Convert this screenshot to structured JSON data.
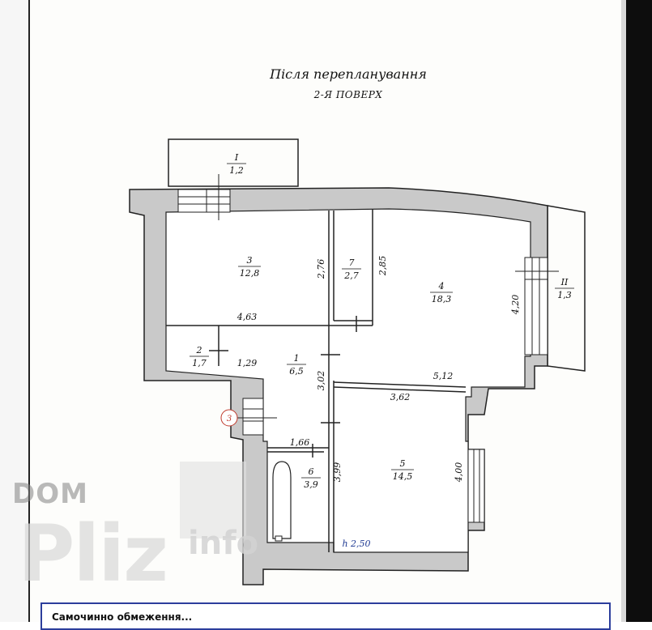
{
  "plan": {
    "title": "Після перепланування",
    "floor": "2-Я ПОВЕРХ",
    "height_label": "h 2,50"
  },
  "rooms": [
    {
      "id": "I",
      "number": "I",
      "area": "1,2"
    },
    {
      "id": "II",
      "number": "II",
      "area": "1,3"
    },
    {
      "id": "1",
      "number": "1",
      "area": "6,5"
    },
    {
      "id": "2",
      "number": "2",
      "area": "1,7"
    },
    {
      "id": "3",
      "number": "3",
      "area": "12,8"
    },
    {
      "id": "4",
      "number": "4",
      "area": "18,3"
    },
    {
      "id": "5",
      "number": "5",
      "area": "14,5"
    },
    {
      "id": "6",
      "number": "6",
      "area": "3,9"
    },
    {
      "id": "7",
      "number": "7",
      "area": "2,7"
    }
  ],
  "dimensions": {
    "d_276": "2,76",
    "d_285": "2,85",
    "d_463": "4,63",
    "d_420": "4,20",
    "d_129": "1,29",
    "d_302": "3,02",
    "d_512": "5,12",
    "d_362": "3,62",
    "d_166": "1,66",
    "d_399": "3,99",
    "d_400": "4,00"
  },
  "entrance_marker": "3",
  "watermark": {
    "line1": "DOM",
    "line2": "Pliz",
    "line3": "info"
  },
  "footer": {
    "text": "Самочинно обмеження..."
  }
}
